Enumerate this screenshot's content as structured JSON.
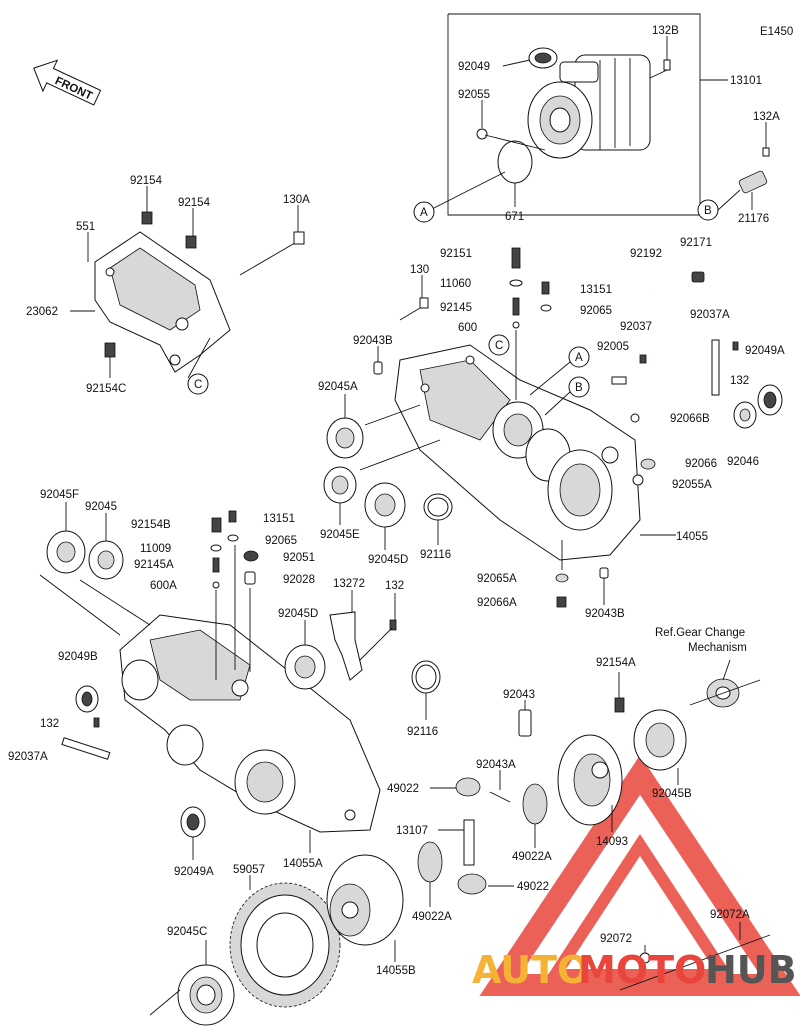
{
  "diagram": {
    "code": "E1450",
    "front_label": "FRONT",
    "ref_note_lines": [
      "Ref.Gear Change",
      "Mechanism"
    ],
    "callouts": [
      "A",
      "B",
      "C"
    ]
  },
  "watermark": {
    "text_auto": "AUTO",
    "text_moto": "MOTO",
    "text_hub": "HUB",
    "color_auto": "#f5b335",
    "color_moto": "#e8463c",
    "color_hub": "#555555",
    "logo_color": "#e8463c"
  },
  "parts": {
    "p132B": "132B",
    "p13101": "13101",
    "p92049": "92049",
    "p92055": "92055",
    "p671": "671",
    "p132A_tr": "132A",
    "p21176": "21176",
    "p92154_a": "92154",
    "p92154_b": "92154",
    "p130A": "130A",
    "p551": "551",
    "p23062": "23062",
    "p92154C": "92154C",
    "p92151": "92151",
    "p11060": "11060",
    "p92145": "92145",
    "p600": "600",
    "p13151_t": "13151",
    "p92065_t": "92065",
    "p130": "130",
    "p92043B_t": "92043B",
    "p92045A": "92045A",
    "p92045E": "92045E",
    "p92045D_t": "92045D",
    "p92116_t": "92116",
    "p92192": "92192",
    "p92171": "92171",
    "p92037A_t": "92037A",
    "p92049A_t": "92049A",
    "p92037": "92037",
    "p92005": "92005",
    "p132_t": "132",
    "p92066B": "92066B",
    "p92066": "92066",
    "p92046": "92046",
    "p92055A": "92055A",
    "p14055": "14055",
    "p92065A": "92065A",
    "p92066A": "92066A",
    "p92043B_b": "92043B",
    "p92045F": "92045F",
    "p92045": "92045",
    "p92154B": "92154B",
    "p13151_m": "13151",
    "p11009": "11009",
    "p92065_m": "92065",
    "p92145A": "92145A",
    "p92051": "92051",
    "p600A": "600A",
    "p92028": "92028",
    "p13272": "13272",
    "p132_m": "132",
    "p92045D_m": "92045D",
    "p92049B": "92049B",
    "p132_l": "132",
    "p92037A_l": "92037A",
    "p92116_m": "92116",
    "p14055A": "14055A",
    "p92049A_b": "92049A",
    "p59057": "59057",
    "p92045C": "92045C",
    "p14055B": "14055B",
    "p92154A": "92154A",
    "p92043": "92043",
    "p92043A": "92043A",
    "p49022_a": "49022",
    "p13107": "13107",
    "p49022A_r": "49022A",
    "p14093": "14093",
    "p92045B": "92045B",
    "p49022A_l": "49022A",
    "p49022_b": "49022",
    "p92072": "92072",
    "p92072A": "92072A"
  }
}
